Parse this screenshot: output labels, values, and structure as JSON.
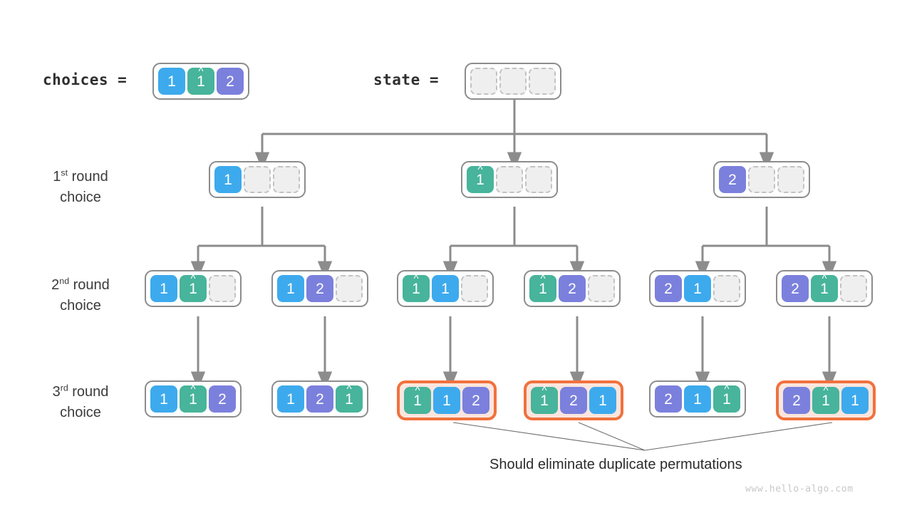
{
  "title": "Permutations backtracking tree with duplicate elements",
  "colors": {
    "blue": "#3daaed",
    "green": "#47b49b",
    "purple": "#7b80dd",
    "empty": "#efefef",
    "node_border": "#8c8c8c",
    "highlight_border": "#f1713d",
    "highlight_fill": "#fbe6de",
    "edge": "#8c8c8c",
    "text": "#2f2f2f"
  },
  "header": {
    "choices_label": "choices =",
    "state_label": "state =",
    "choices_cells": [
      {
        "value": "1",
        "color": "blue",
        "hat": false
      },
      {
        "value": "1",
        "color": "green",
        "hat": true
      },
      {
        "value": "2",
        "color": "purple",
        "hat": false
      }
    ],
    "state_cells": [
      {
        "value": "",
        "color": "empty",
        "hat": false
      },
      {
        "value": "",
        "color": "empty",
        "hat": false
      },
      {
        "value": "",
        "color": "empty",
        "hat": false
      }
    ]
  },
  "rows": [
    {
      "label_ordinal": "1",
      "label_suffix": "st",
      "label_line1_rest": " round",
      "label_line2": "choice",
      "nodes": [
        {
          "highlight": false,
          "cells": [
            {
              "value": "1",
              "color": "blue",
              "hat": false
            },
            {
              "value": "",
              "color": "empty",
              "hat": false
            },
            {
              "value": "",
              "color": "empty",
              "hat": false
            }
          ]
        },
        {
          "highlight": false,
          "cells": [
            {
              "value": "1",
              "color": "green",
              "hat": true
            },
            {
              "value": "",
              "color": "empty",
              "hat": false
            },
            {
              "value": "",
              "color": "empty",
              "hat": false
            }
          ]
        },
        {
          "highlight": false,
          "cells": [
            {
              "value": "2",
              "color": "purple",
              "hat": false
            },
            {
              "value": "",
              "color": "empty",
              "hat": false
            },
            {
              "value": "",
              "color": "empty",
              "hat": false
            }
          ]
        }
      ]
    },
    {
      "label_ordinal": "2",
      "label_suffix": "nd",
      "label_line1_rest": " round",
      "label_line2": "choice",
      "nodes": [
        {
          "highlight": false,
          "cells": [
            {
              "value": "1",
              "color": "blue",
              "hat": false
            },
            {
              "value": "1",
              "color": "green",
              "hat": true
            },
            {
              "value": "",
              "color": "empty",
              "hat": false
            }
          ]
        },
        {
          "highlight": false,
          "cells": [
            {
              "value": "1",
              "color": "blue",
              "hat": false
            },
            {
              "value": "2",
              "color": "purple",
              "hat": false
            },
            {
              "value": "",
              "color": "empty",
              "hat": false
            }
          ]
        },
        {
          "highlight": false,
          "cells": [
            {
              "value": "1",
              "color": "green",
              "hat": true
            },
            {
              "value": "1",
              "color": "blue",
              "hat": false
            },
            {
              "value": "",
              "color": "empty",
              "hat": false
            }
          ]
        },
        {
          "highlight": false,
          "cells": [
            {
              "value": "1",
              "color": "green",
              "hat": true
            },
            {
              "value": "2",
              "color": "purple",
              "hat": false
            },
            {
              "value": "",
              "color": "empty",
              "hat": false
            }
          ]
        },
        {
          "highlight": false,
          "cells": [
            {
              "value": "2",
              "color": "purple",
              "hat": false
            },
            {
              "value": "1",
              "color": "blue",
              "hat": false
            },
            {
              "value": "",
              "color": "empty",
              "hat": false
            }
          ]
        },
        {
          "highlight": false,
          "cells": [
            {
              "value": "2",
              "color": "purple",
              "hat": false
            },
            {
              "value": "1",
              "color": "green",
              "hat": true
            },
            {
              "value": "",
              "color": "empty",
              "hat": false
            }
          ]
        }
      ]
    },
    {
      "label_ordinal": "3",
      "label_suffix": "rd",
      "label_line1_rest": " round",
      "label_line2": "choice",
      "nodes": [
        {
          "highlight": false,
          "cells": [
            {
              "value": "1",
              "color": "blue",
              "hat": false
            },
            {
              "value": "1",
              "color": "green",
              "hat": true
            },
            {
              "value": "2",
              "color": "purple",
              "hat": false
            }
          ]
        },
        {
          "highlight": false,
          "cells": [
            {
              "value": "1",
              "color": "blue",
              "hat": false
            },
            {
              "value": "2",
              "color": "purple",
              "hat": false
            },
            {
              "value": "1",
              "color": "green",
              "hat": true
            }
          ]
        },
        {
          "highlight": true,
          "cells": [
            {
              "value": "1",
              "color": "green",
              "hat": true
            },
            {
              "value": "1",
              "color": "blue",
              "hat": false
            },
            {
              "value": "2",
              "color": "purple",
              "hat": false
            }
          ]
        },
        {
          "highlight": true,
          "cells": [
            {
              "value": "1",
              "color": "green",
              "hat": true
            },
            {
              "value": "2",
              "color": "purple",
              "hat": false
            },
            {
              "value": "1",
              "color": "blue",
              "hat": false
            }
          ]
        },
        {
          "highlight": false,
          "cells": [
            {
              "value": "2",
              "color": "purple",
              "hat": false
            },
            {
              "value": "1",
              "color": "blue",
              "hat": false
            },
            {
              "value": "1",
              "color": "green",
              "hat": true
            }
          ]
        },
        {
          "highlight": true,
          "cells": [
            {
              "value": "2",
              "color": "purple",
              "hat": false
            },
            {
              "value": "1",
              "color": "green",
              "hat": true
            },
            {
              "value": "1",
              "color": "blue",
              "hat": false
            }
          ]
        }
      ]
    }
  ],
  "annotation": {
    "text": "Should eliminate duplicate permutations"
  },
  "watermark": {
    "text": "www.hello-algo.com"
  }
}
